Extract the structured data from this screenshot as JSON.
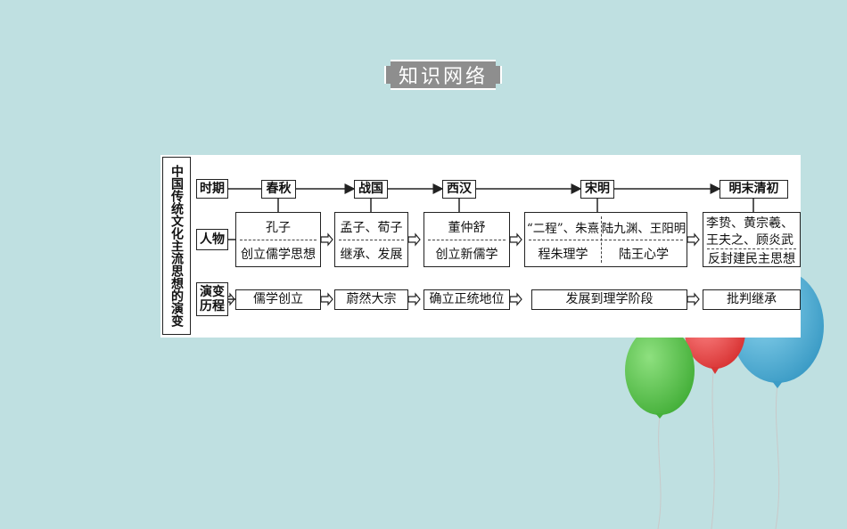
{
  "header": {
    "title": "知识网络"
  },
  "diagram": {
    "side_title": "中国传统文化主流思想的演变",
    "row_labels": {
      "period": "时期",
      "people": "人物",
      "evolution": "演变历程"
    },
    "periods": [
      "春秋",
      "战国",
      "西汉",
      "宋明",
      "明末清初"
    ],
    "people": {
      "chunqiu": {
        "top": "孔子",
        "bottom": "创立儒学思想"
      },
      "zhanguo": {
        "top": "孟子、荀子",
        "bottom": "继承、发展"
      },
      "xihan": {
        "top": "董仲舒",
        "bottom": "创立新儒学"
      },
      "songming": {
        "top_left": "“二程”、朱熹",
        "top_right": "陆九渊、王阳明",
        "bottom_left": "程朱理学",
        "bottom_right": "陆王心学"
      },
      "mingqing": {
        "line1": "李贽、黄宗羲、",
        "line2": "王夫之、顾炎武",
        "bottom": "反封建民主思想"
      }
    },
    "stages": [
      "儒学创立",
      "蔚然大宗",
      "确立正统地位",
      "发展到理学阶段",
      "批判继承"
    ]
  },
  "colors": {
    "background": "#bfe0e1",
    "balloon_green": "#5bc24f",
    "balloon_red": "#e84a4a",
    "balloon_blue": "#4fb2d8"
  }
}
